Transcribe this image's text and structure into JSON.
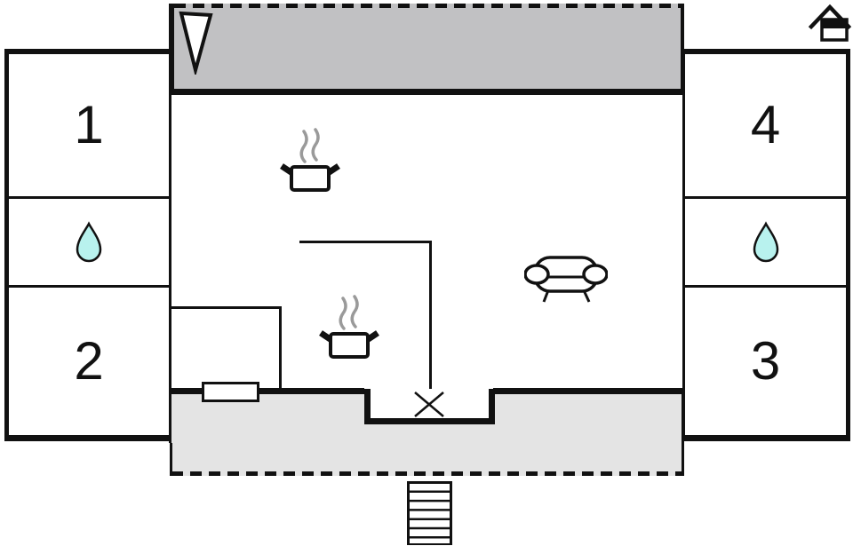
{
  "plan": {
    "rooms": [
      {
        "label": "1"
      },
      {
        "label": "2"
      },
      {
        "label": "3"
      },
      {
        "label": "4"
      }
    ],
    "bathroom_count": 2,
    "features": {
      "terrace_top": "covered terrace (hatched outline)",
      "terrace_bottom": "terrace with entrance and stairs",
      "kitchen": "two stove pots with steam",
      "living": "sofa",
      "entrance_mark": "X"
    }
  },
  "icons": {
    "north_arrow": "north-arrow-triangle-icon",
    "home": "house-icon",
    "water_drop": "water-drop-icon",
    "stove_pot": "pot-with-steam-icon",
    "sofa": "sofa-icon",
    "entrance_x": "door-x-icon",
    "window": "window-symbol",
    "stairs": "stairs-icon"
  },
  "colors": {
    "wall": "#111111",
    "terrace_top": "#c1c1c3",
    "terrace_bottom": "#e4e4e4",
    "water_drop": "#b8f2ee",
    "steam": "#9a9a9a"
  }
}
